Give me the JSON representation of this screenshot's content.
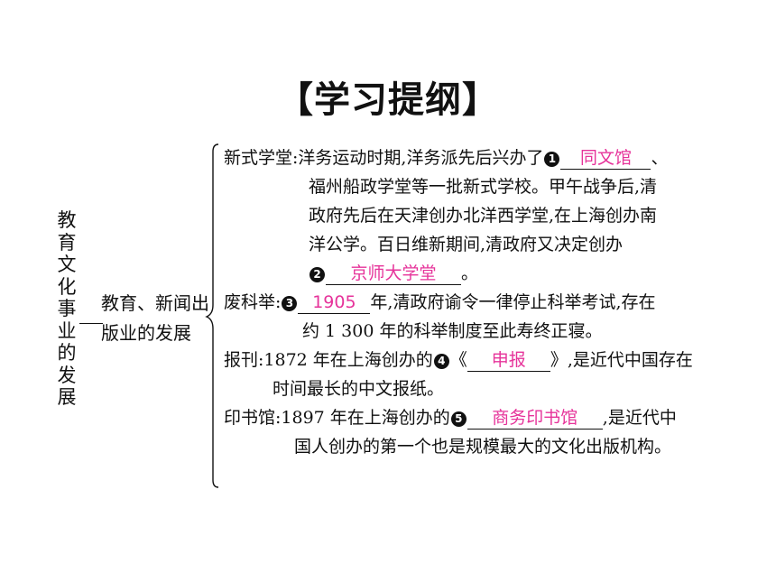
{
  "title": "【学习提纲】",
  "left_topic": "教育文化事业的发展",
  "sub_topic": "教育、新闻出版业的发展",
  "markers": [
    "1",
    "2",
    "3",
    "4",
    "5"
  ],
  "sections": {
    "school": {
      "lines": [
        "新式学堂:洋务运动时期,洋务派先后兴办了",
        "、",
        "福州船政学堂等一批新式学校。甲午战争后,清",
        "政府先后在天津创办北洋西学堂,在上海创办南",
        "洋公学。百日维新期间,清政府又决定创办",
        "。"
      ],
      "answer1": "同文馆",
      "answer2": "京师大学堂"
    },
    "exam": {
      "lines": [
        "废科举:",
        "年,清政府谕令一律停止科举考试,存在",
        "约 1 300 年的科举制度至此寿终正寝。"
      ],
      "answer3": "1905"
    },
    "newspaper": {
      "lines": [
        "报刊:1872 年在上海创办的",
        "《",
        "》,是近代中国存在",
        "时间最长的中文报纸。"
      ],
      "answer4": "申报"
    },
    "press": {
      "lines": [
        "印书馆:1897 年在上海创办的",
        ",是近代中",
        "国人创办的第一个也是规模最大的文化出版机构。"
      ],
      "answer5": "商务印书馆"
    }
  },
  "colors": {
    "answer": "#e6339a",
    "text": "#111111"
  }
}
